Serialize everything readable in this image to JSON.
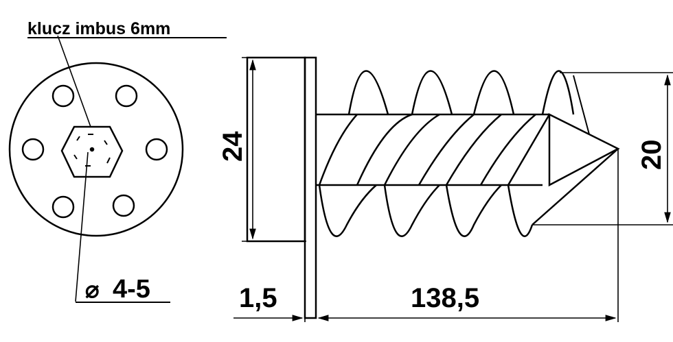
{
  "front_view": {
    "key_label": "klucz imbus 6mm",
    "hole_diameter_label": "4-5",
    "diameter_symbol": "⌀"
  },
  "side_view": {
    "head_height_label": "24",
    "thread_diameter_label": "20",
    "flange_thickness_label": "1,5",
    "length_label": "138,5"
  }
}
